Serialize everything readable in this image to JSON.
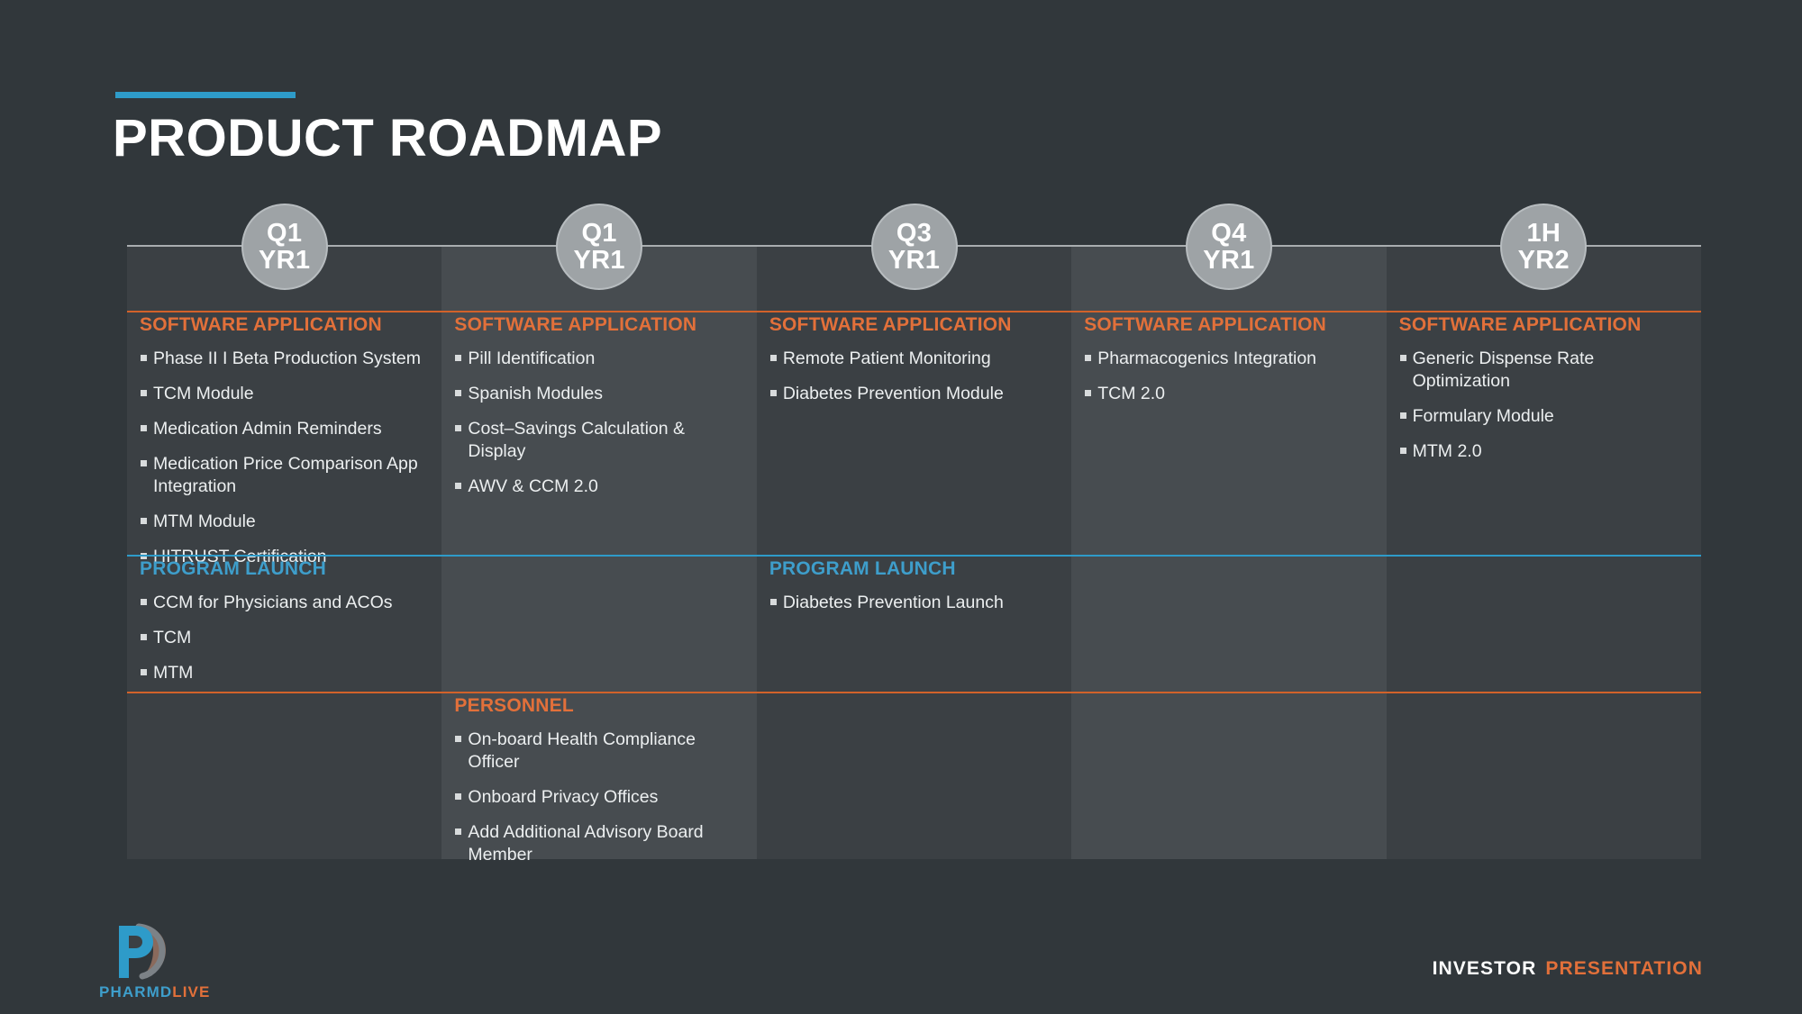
{
  "slide": {
    "title": "PRODUCT ROADMAP",
    "accent_blue": "#2e9bc9",
    "accent_orange": "#d2622a",
    "background": "#31373b"
  },
  "section_labels": {
    "software": "SOFTWARE APPLICATION",
    "program": "PROGRAM LAUNCH",
    "personnel": "PERSONNEL"
  },
  "columns": [
    {
      "marker_top": "Q1",
      "marker_bottom": "YR1",
      "software": [
        "Phase II I Beta Production System",
        "TCM Module",
        "Medication Admin Reminders",
        "Medication Price Comparison App Integration",
        "MTM Module",
        "HITRUST Certification"
      ],
      "program": [
        "CCM for Physicians and ACOs",
        "TCM",
        "MTM"
      ],
      "personnel": []
    },
    {
      "marker_top": "Q1",
      "marker_bottom": "YR1",
      "software": [
        "Pill Identification",
        "Spanish Modules",
        "Cost–Savings Calculation & Display",
        "AWV & CCM 2.0"
      ],
      "program": [],
      "personnel": [
        "On-board Health Compliance Officer",
        "Onboard Privacy Offices",
        "Add Additional Advisory Board Member"
      ]
    },
    {
      "marker_top": "Q3",
      "marker_bottom": "YR1",
      "software": [
        "Remote Patient Monitoring",
        "Diabetes Prevention Module"
      ],
      "program": [
        "Diabetes Prevention Launch"
      ],
      "personnel": []
    },
    {
      "marker_top": "Q4",
      "marker_bottom": "YR1",
      "software": [
        "Pharmacogenics Integration",
        "TCM 2.0"
      ],
      "program": [],
      "personnel": []
    },
    {
      "marker_top": "1H",
      "marker_bottom": "YR2",
      "software": [
        "Generic Dispense Rate Optimization",
        "Formulary Module",
        "MTM 2.0"
      ],
      "program": [],
      "personnel": []
    }
  ],
  "logo": {
    "name_primary": "PHARMD",
    "name_secondary": "LIVE"
  },
  "footer": {
    "investor": "INVESTOR",
    "presentation": "PRESENTATION"
  }
}
